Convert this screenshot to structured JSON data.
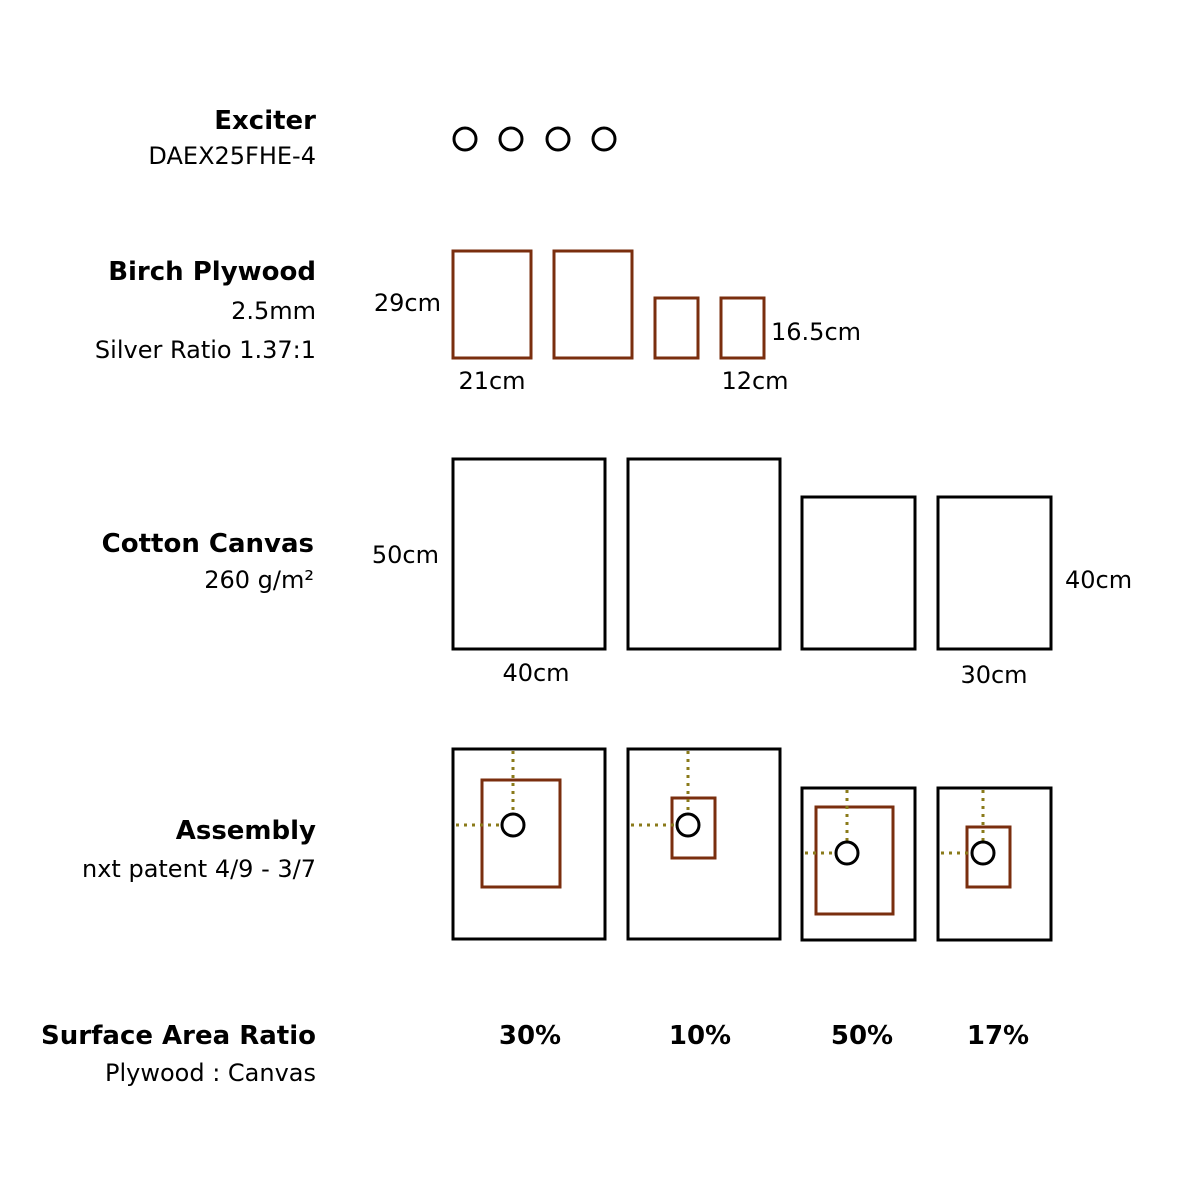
{
  "rows": {
    "exciter": {
      "title": "Exciter",
      "lines": [
        "DAEX25FHE-4"
      ]
    },
    "plywood": {
      "title": "Birch Plywood",
      "lines": [
        "2.5mm",
        "Silver Ratio 1.37:1"
      ]
    },
    "canvas": {
      "title": "Cotton Canvas",
      "lines": [
        "260 g/m²"
      ]
    },
    "assembly": {
      "title": "Assembly",
      "lines": [
        "nxt patent 4/9 - 3/7"
      ]
    },
    "ratio": {
      "title": "Surface Area Ratio",
      "lines": [
        "Plywood : Canvas"
      ]
    }
  },
  "dimensions": {
    "plywood_large_height": "29cm",
    "plywood_large_width": "21cm",
    "plywood_small_height": "16.5cm",
    "plywood_small_width": "12cm",
    "canvas_large_height": "50cm",
    "canvas_large_width": "40cm",
    "canvas_small_height": "40cm",
    "canvas_small_width": "30cm"
  },
  "ratios": [
    "30%",
    "10%",
    "50%",
    "17%"
  ],
  "colors": {
    "plywood": "#7a2e0e",
    "canvas": "#000000",
    "guide": "#8a7a1a"
  }
}
